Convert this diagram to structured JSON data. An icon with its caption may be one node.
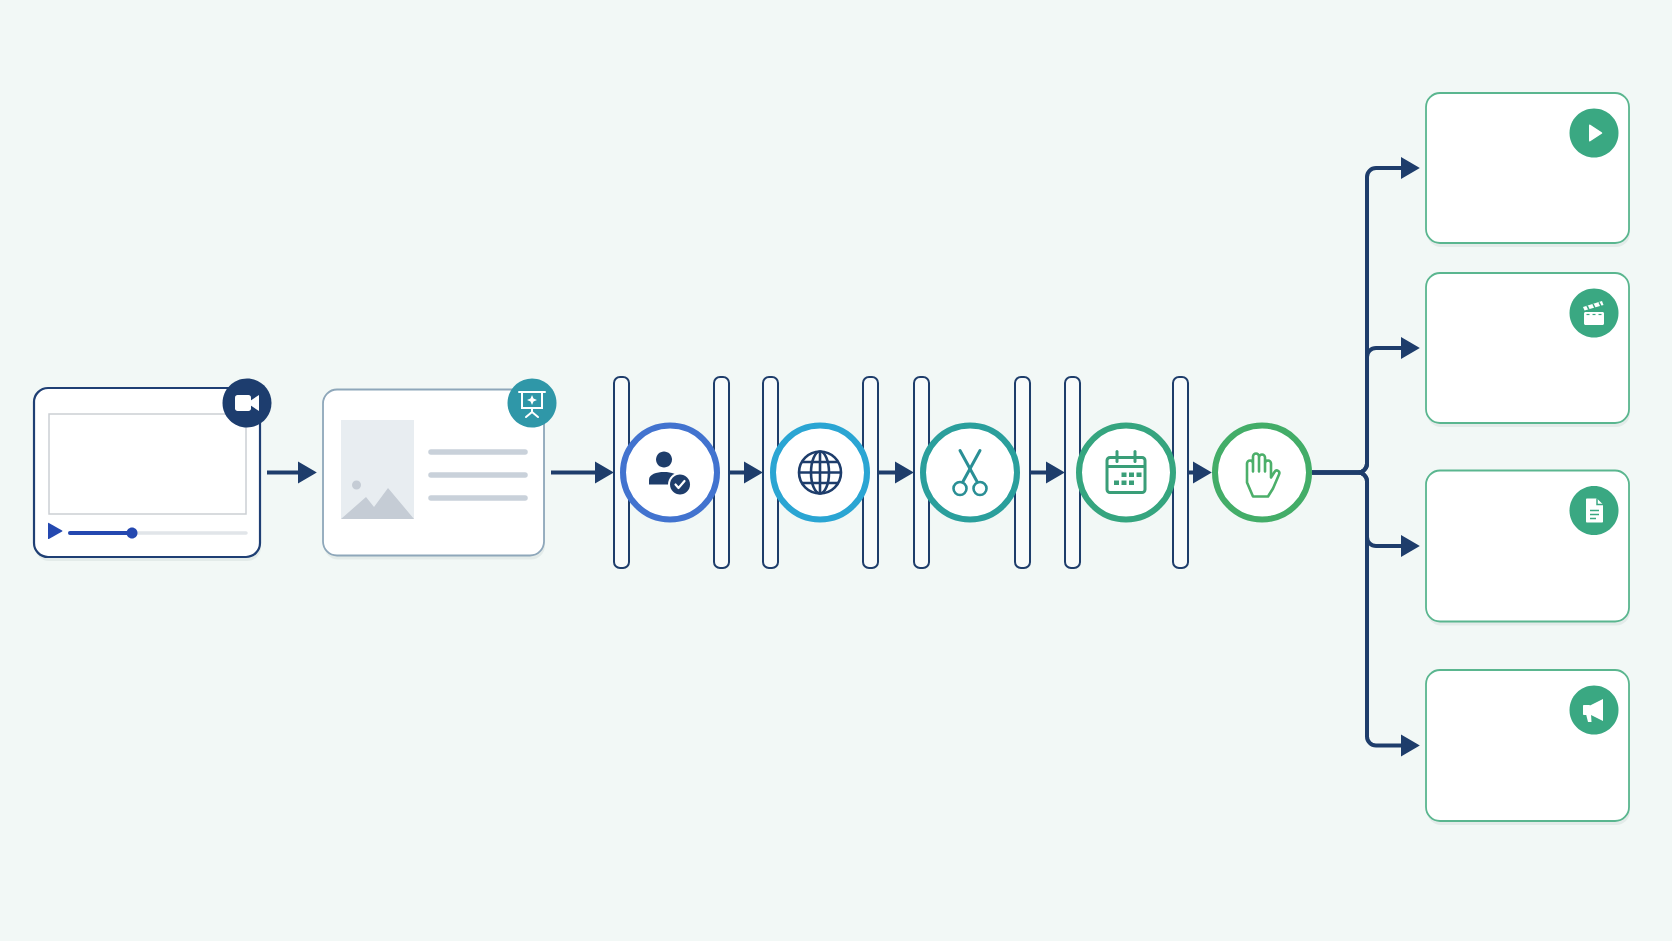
{
  "diagram": {
    "nodes": [
      {
        "text": [],
        "shape": "box"
      },
      {
        "text": [],
        "shape": "box"
      },
      {
        "text": [],
        "shape": "circle"
      },
      {
        "text": [],
        "shape": "circle"
      },
      {
        "text": [],
        "shape": "circle"
      },
      {
        "text": [],
        "shape": "circle"
      },
      {
        "text": [],
        "shape": "circle"
      },
      {
        "text": [],
        "shape": "box"
      },
      {
        "text": [],
        "shape": "box"
      },
      {
        "text": [],
        "shape": "box"
      },
      {
        "text": [],
        "shape": "box"
      }
    ],
    "edges": [
      {
        "from": 0,
        "to": 1,
        "arrow": "to"
      },
      {
        "from": 1,
        "to": 2,
        "arrow": "to"
      },
      {
        "from": 2,
        "to": 3,
        "arrow": "to"
      },
      {
        "from": 3,
        "to": 4,
        "arrow": "to"
      },
      {
        "from": 4,
        "to": 5,
        "arrow": "to"
      },
      {
        "from": 5,
        "to": 6,
        "arrow": "to"
      },
      {
        "from": 6,
        "to": 7,
        "arrow": "to"
      },
      {
        "from": 6,
        "to": 8,
        "arrow": "to"
      },
      {
        "from": 6,
        "to": 9,
        "arrow": "to"
      },
      {
        "from": 6,
        "to": 10,
        "arrow": "to"
      }
    ]
  }
}
